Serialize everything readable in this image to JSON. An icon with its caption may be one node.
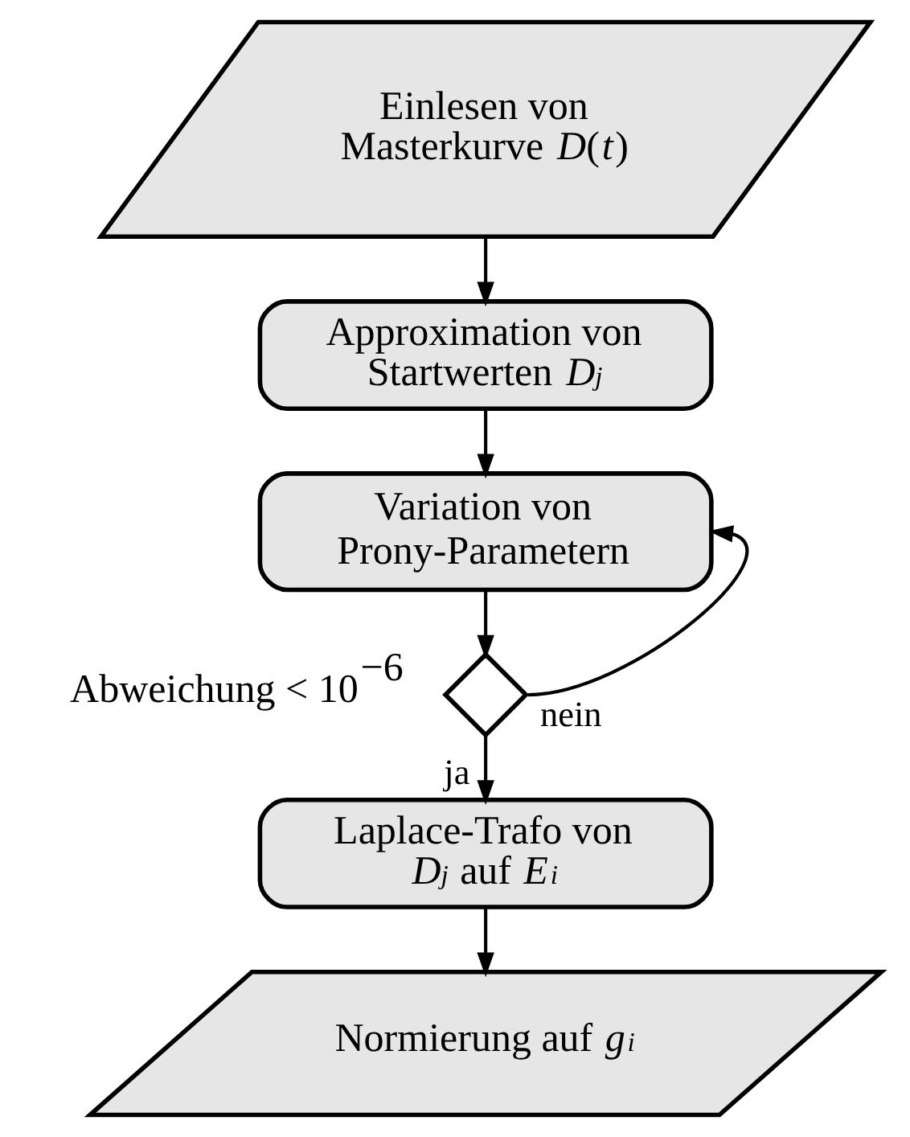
{
  "diagram": {
    "nodes": [
      {
        "text": [
          "Einlesen von Masterkurve *D*(*t*)"
        ]
      },
      {
        "text": [
          "Approximation von Startwerten *D*$_{j}$"
        ]
      },
      {
        "text": [
          "Variation von Prony-Parametern"
        ]
      },
      {
        "text": [],
        "shape": "diamond",
        "beside": [
          "Abweichung < 10$^{−6}$"
        ]
      },
      {
        "text": [
          "Laplace-Trafo von *D*$_{j}$ auf *E*$_{i}$"
        ]
      },
      {
        "text": [
          "Normierung auf *g*$_{i}$"
        ]
      }
    ],
    "edges": [
      {
        "from": 0,
        "to": 1,
        "arrow": "to"
      },
      {
        "from": 1,
        "to": 2,
        "arrow": "to"
      },
      {
        "from": 2,
        "to": 3,
        "arrow": "to"
      },
      {
        "from": 3,
        "to": 4,
        "arrow": "to",
        "label": "ja"
      },
      {
        "from": 4,
        "to": 5,
        "arrow": "to"
      },
      {
        "from": 3,
        "to": 2,
        "arrow": "to",
        "label": "nein"
      }
    ]
  }
}
